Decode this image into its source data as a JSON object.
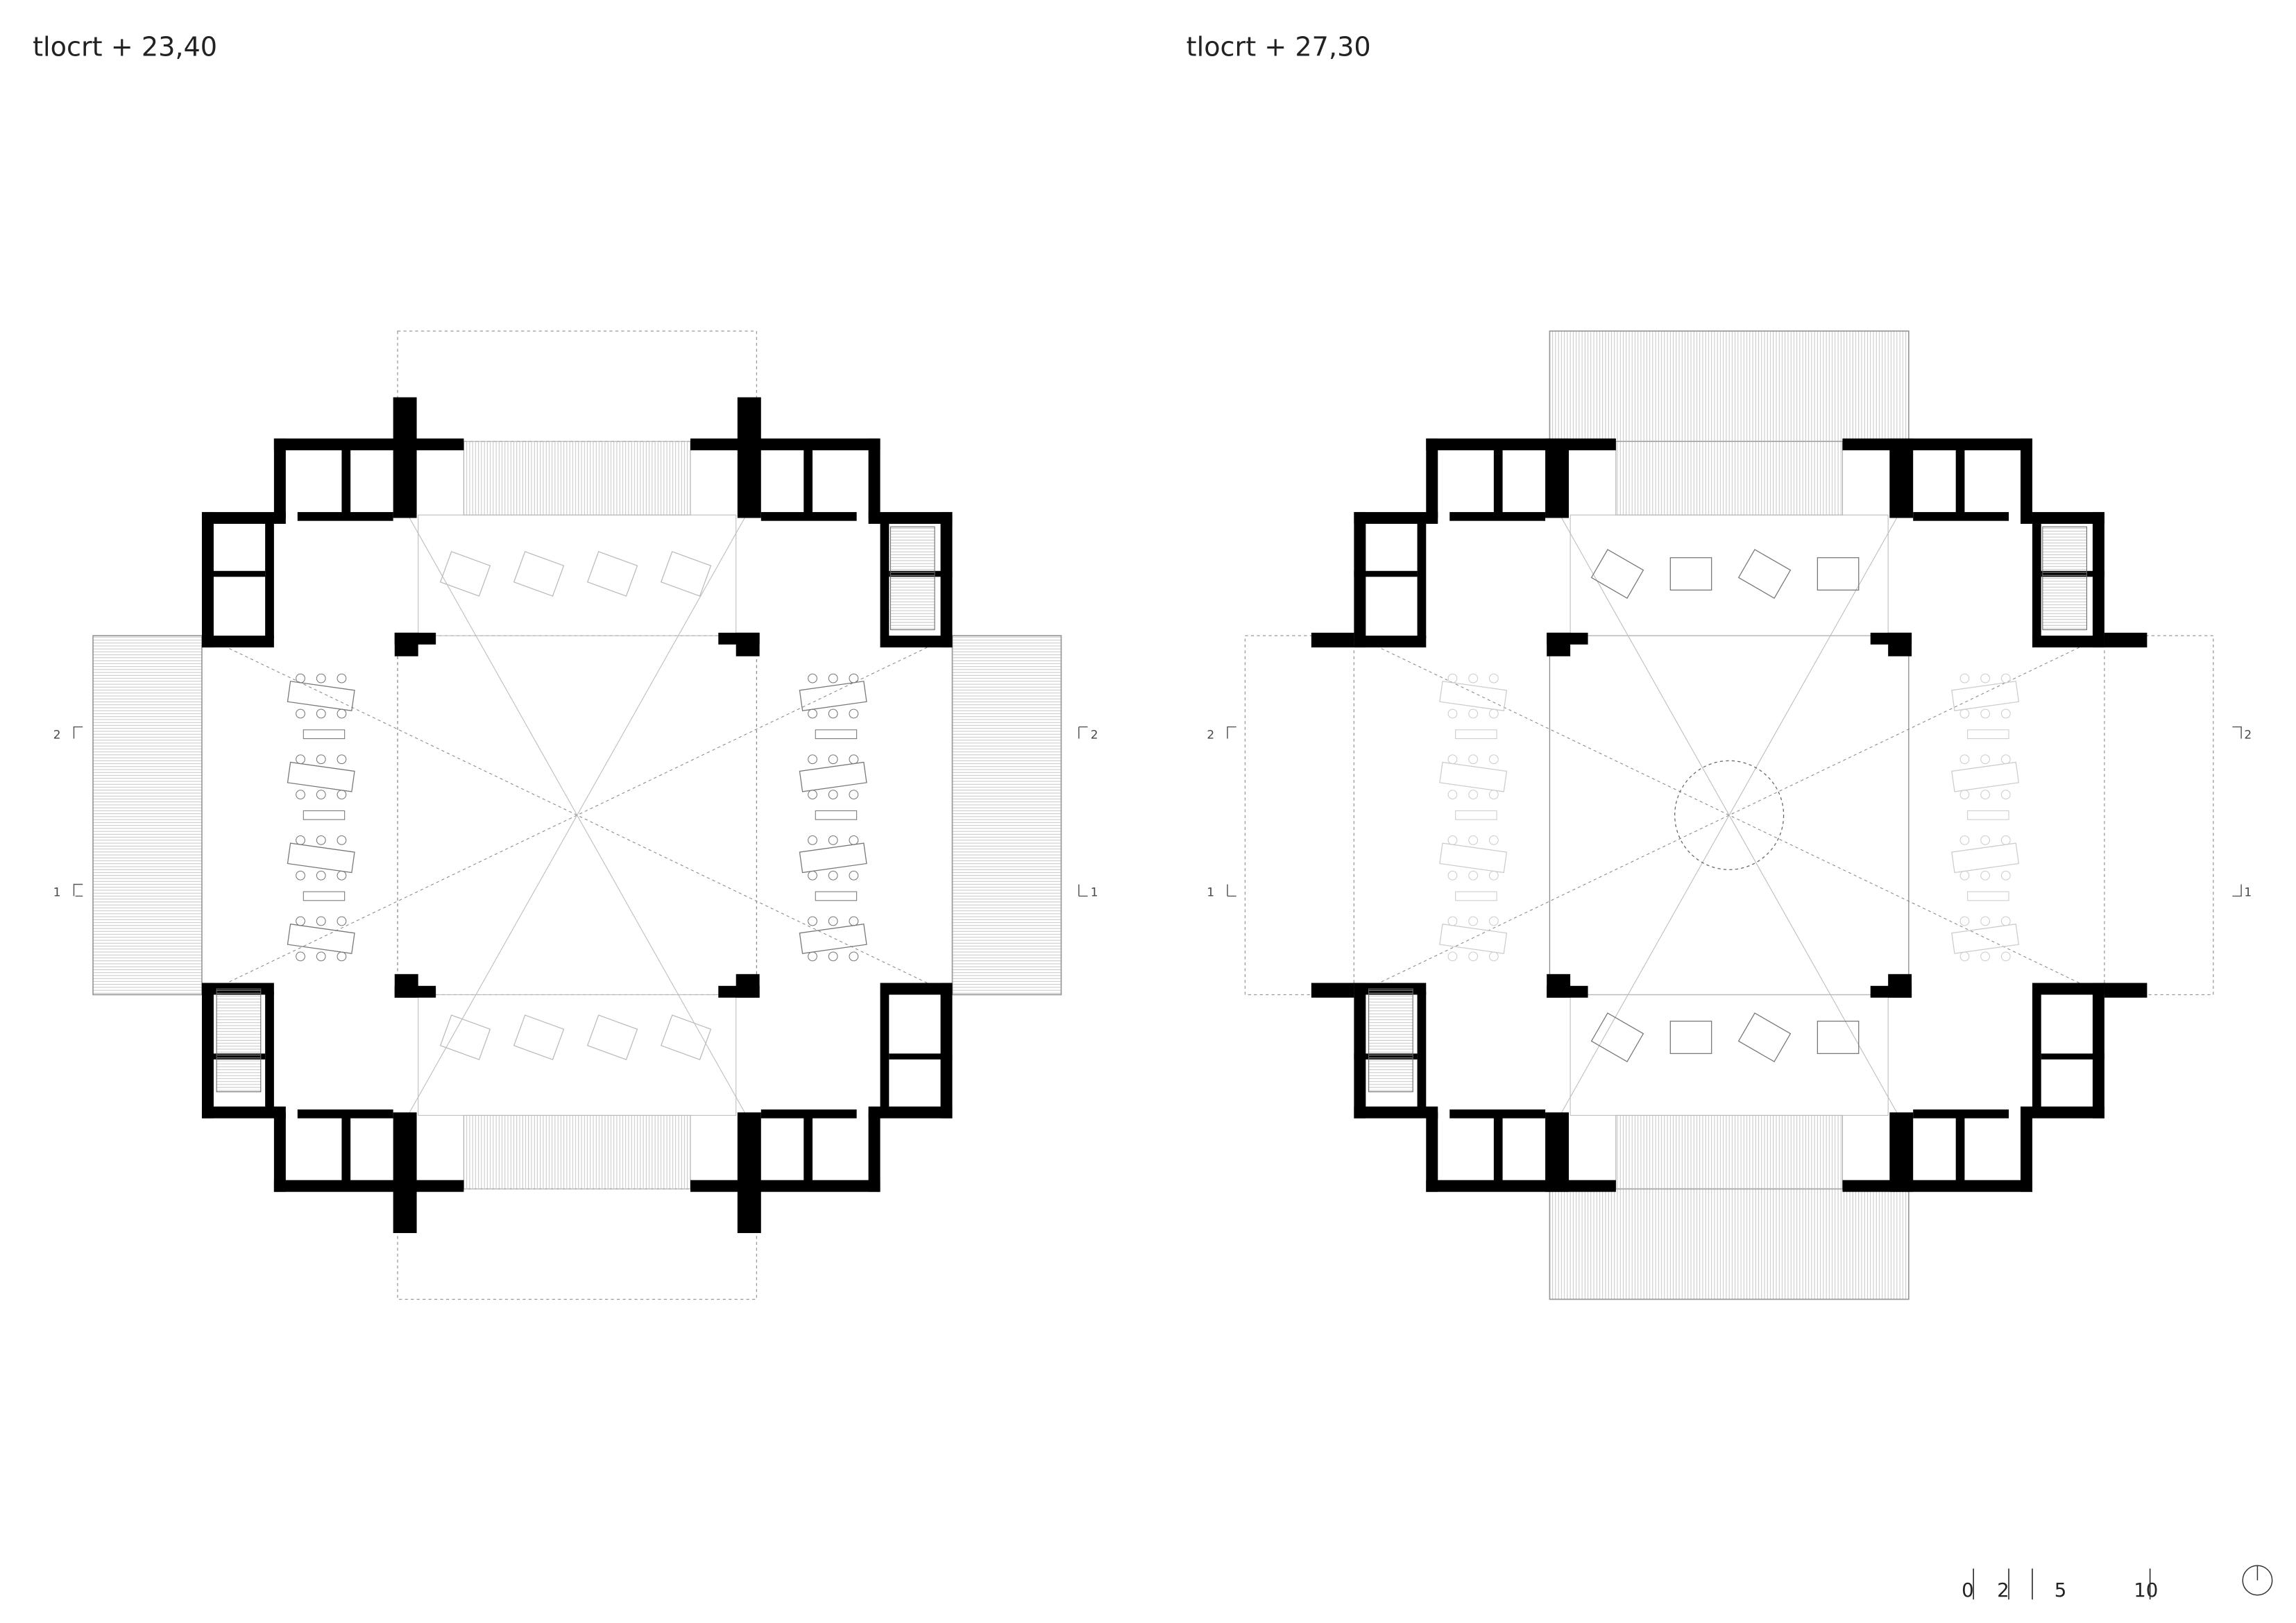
{
  "plans": [
    {
      "title": "tlocrt  + 23,40",
      "variant": "lower"
    },
    {
      "title": "tlocrt  + 27,30",
      "variant": "upper"
    }
  ],
  "section_markers": {
    "upper": "2",
    "lower": "1"
  },
  "scale_bar": {
    "labels": [
      "0",
      "2",
      "5",
      "10"
    ],
    "unit_marks_m": [
      0,
      2,
      5,
      10
    ]
  },
  "north_arrow": {
    "icon": "north-arrow-icon"
  },
  "colors": {
    "wall": "#000000",
    "line": "#9a9a9a",
    "text": "#222222"
  }
}
